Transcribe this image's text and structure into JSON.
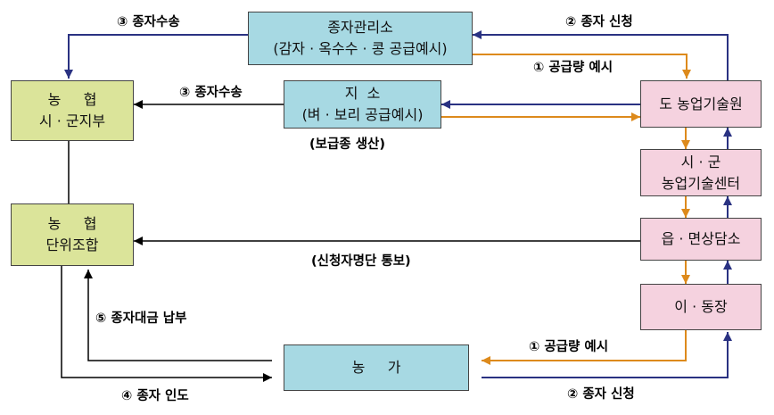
{
  "colors": {
    "blue_arrow": "#2a3282",
    "orange_arrow": "#dd8a1c",
    "black_arrow": "#000000",
    "box_blue": "#a7d9e3",
    "box_green": "#dbe49a",
    "box_pink": "#f5d2df"
  },
  "nodes": {
    "seed_mgmt": {
      "line1": "종자관리소",
      "line2": "(감자 · 옥수수 · 콩 공급예시)"
    },
    "branch": {
      "line1": "지  소",
      "line2": "(벼 · 보리 공급예시)"
    },
    "nh_city": {
      "line1": "농     협",
      "line2": "시 · 군지부"
    },
    "nh_unit": {
      "line1": "농     협",
      "line2": "단위조합"
    },
    "prov_ag": {
      "line1": "도 농업기술원"
    },
    "city_ag": {
      "line1": "시 · 군",
      "line2": "농업기술센터"
    },
    "town_office": {
      "line1": "읍 · 면상담소"
    },
    "village": {
      "line1": "이 · 동장"
    },
    "farm": {
      "line1": "농     가"
    }
  },
  "labels": {
    "seed_transport_top": "③ 종자수송",
    "seed_apply_top": "② 종자 신청",
    "supply_notice_top": "① 공급량 예시",
    "seed_transport_mid": "③ 종자수송",
    "breeding_production": "(보급종 생산)",
    "applicant_list": "(신청자명단 통보)",
    "seed_payment": "⑤ 종자대금 납부",
    "supply_notice_bottom": "① 공급량 예시",
    "seed_delivery": "④ 종자 인도",
    "seed_apply_bottom": "② 종자 신청"
  }
}
